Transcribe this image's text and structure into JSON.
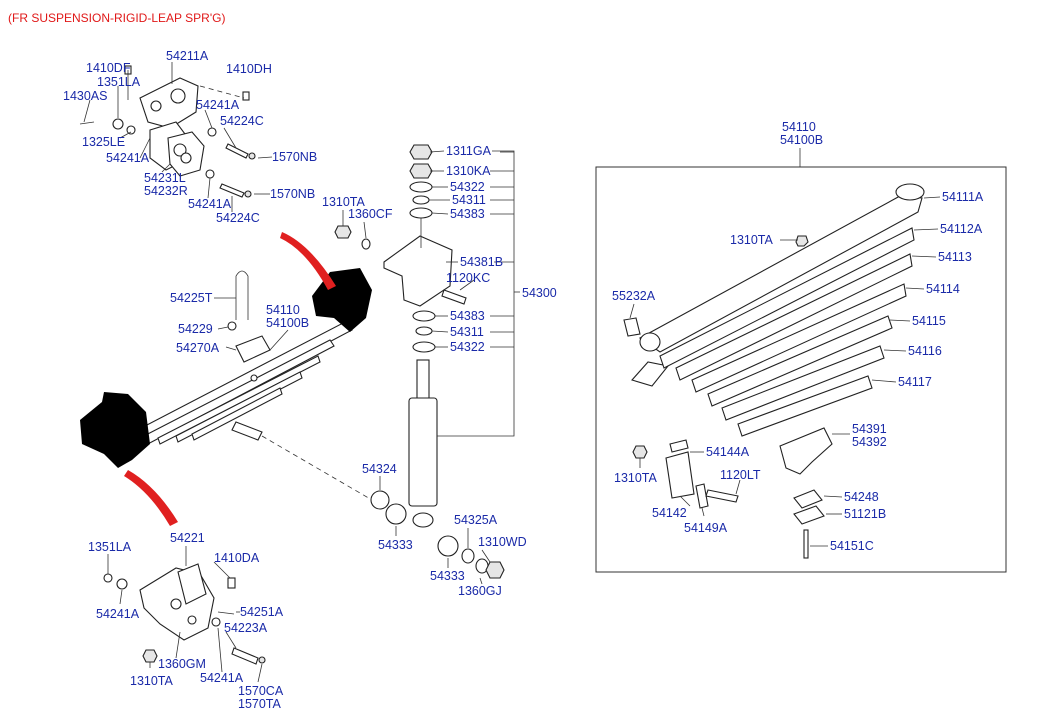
{
  "title": "(FR SUSPENSION-RIGID-LEAP SPR'G)",
  "labels": {
    "l_1410DF": "1410DF",
    "l_54211A": "54211A",
    "l_1410DH": "1410DH",
    "l_1351LA_top": "1351LA",
    "l_1430AS": "1430AS",
    "l_54241A_t1": "54241A",
    "l_54224C_t1": "54224C",
    "l_1325LE": "1325LE",
    "l_1570NB_1": "1570NB",
    "l_54241A_t2": "54241A",
    "l_54231L": "54231L",
    "l_54232R": "54232R",
    "l_1570NB_2": "1570NB",
    "l_54241A_t3": "54241A",
    "l_54224C_t2": "54224C",
    "l_1310TA_mid": "1310TA",
    "l_1360CF": "1360CF",
    "l_54225T": "54225T",
    "l_54229": "54229",
    "l_54270A": "54270A",
    "l_54110_left": "54110",
    "l_54100B_left": "54100B",
    "l_1311GA": "1311GA",
    "l_1310KA": "1310KA",
    "l_54322_top": "54322",
    "l_54311_top": "54311",
    "l_54383_top": "54383",
    "l_54381B": "54381B",
    "l_1120KC": "1120KC",
    "l_54300": "54300",
    "l_54383_bot": "54383",
    "l_54311_bot": "54311",
    "l_54322_bot": "54322",
    "l_54324": "54324",
    "l_54333_a": "54333",
    "l_54325A": "54325A",
    "l_1310WD": "1310WD",
    "l_54333_b": "54333",
    "l_1360GJ": "1360GJ",
    "l_1351LA_bot": "1351LA",
    "l_54221": "54221",
    "l_1410DA": "1410DA",
    "l_54241A_b1": "54241A",
    "l_54251A": "54251A",
    "l_54223A": "54223A",
    "l_1360GM": "1360GM",
    "l_1310TA_bot": "1310TA",
    "l_54241A_b2": "54241A",
    "l_1570CA": "1570CA",
    "l_1570TA": "1570TA",
    "l_54110_box": "54110",
    "l_54100B_box": "54100B",
    "l_54111A": "54111A",
    "l_54112A": "54112A",
    "l_1310TA_box": "1310TA",
    "l_54113": "54113",
    "l_55232A": "55232A",
    "l_54114": "54114",
    "l_54115": "54115",
    "l_54116": "54116",
    "l_54117": "54117",
    "l_54391": "54391",
    "l_54392": "54392",
    "l_54144A": "54144A",
    "l_1310TA_box2": "1310TA",
    "l_1120LT": "1120LT",
    "l_54248": "54248",
    "l_54142": "54142",
    "l_54149A": "54149A",
    "l_51121B": "51121B",
    "l_54151C": "54151C"
  }
}
